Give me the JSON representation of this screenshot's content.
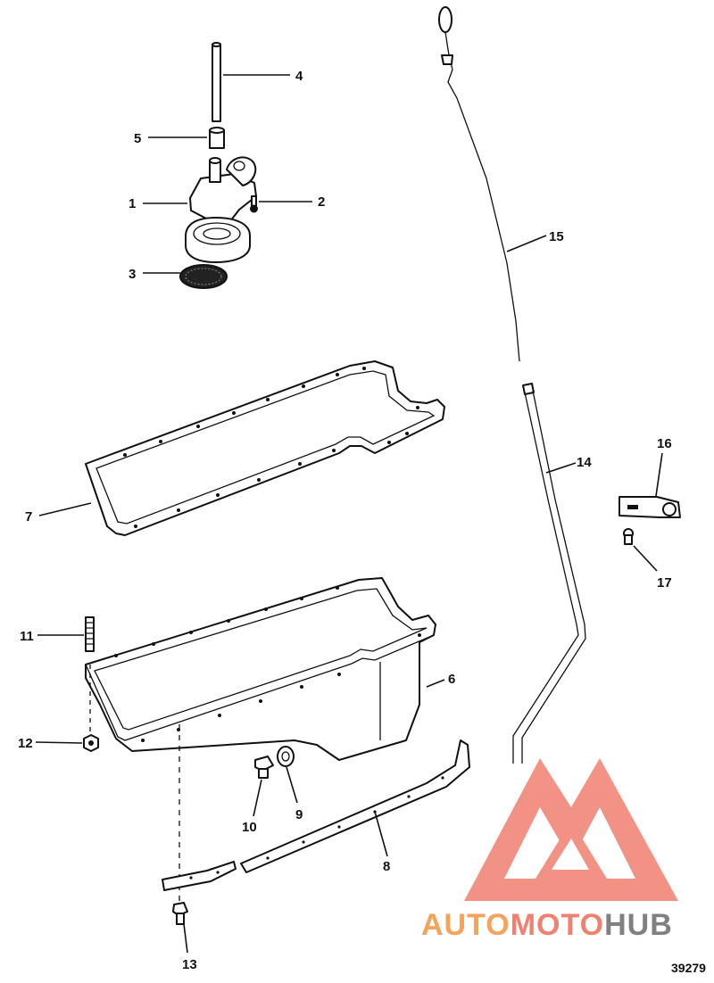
{
  "diagram_id": "39279",
  "watermark": {
    "part1": "AUTO",
    "part2": "MOTO",
    "part3": "HUB"
  },
  "colors": {
    "ink": "#111111",
    "logo_red": "#f08070",
    "logo_orange": "#f5a25a",
    "logo_gray": "#808080"
  },
  "callouts": {
    "c1": "1",
    "c2": "2",
    "c3": "3",
    "c4": "4",
    "c5": "5",
    "c6": "6",
    "c7": "7",
    "c8": "8",
    "c9": "9",
    "c10": "10",
    "c11": "11",
    "c12": "12",
    "c13": "13",
    "c14": "14",
    "c15": "15",
    "c16": "16",
    "c17": "17"
  }
}
